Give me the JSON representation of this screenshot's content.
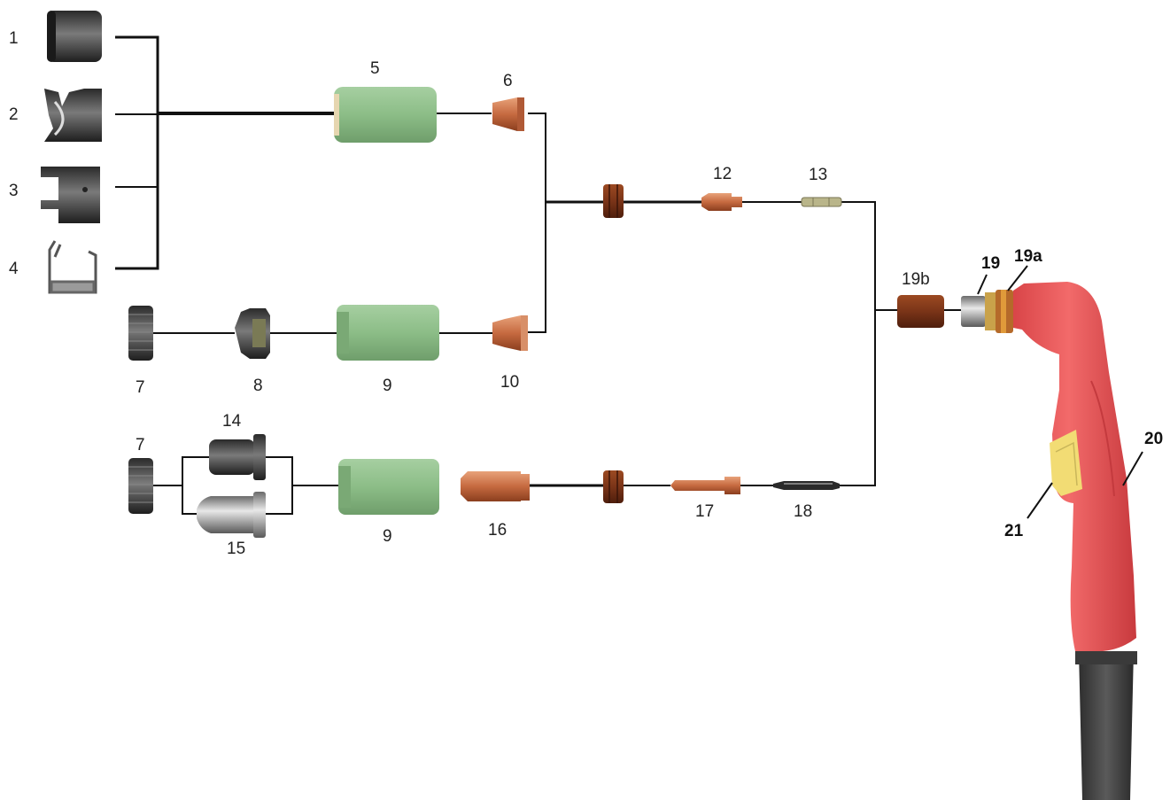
{
  "labels": {
    "p1": "1",
    "p2": "2",
    "p3": "3",
    "p4": "4",
    "p5": "5",
    "p6": "6",
    "p7a": "7",
    "p7b": "7",
    "p8": "8",
    "p9a": "9",
    "p9b": "9",
    "p10": "10",
    "p12": "12",
    "p13": "13",
    "p14": "14",
    "p15": "15",
    "p16": "16",
    "p17": "17",
    "p18": "18",
    "p19": "19",
    "p19a": "19a",
    "p19b": "19b",
    "p20": "20",
    "p21": "21"
  },
  "colors": {
    "shield_cup": "#8fbf8a",
    "copper": "#c8704a",
    "brown_ring": "#7a3418",
    "torch_handle": "#ee5a5c",
    "trigger": "#f2dc74",
    "cable": "#4a4a4a",
    "metal": "#4a4a4a",
    "line": "#111111"
  }
}
